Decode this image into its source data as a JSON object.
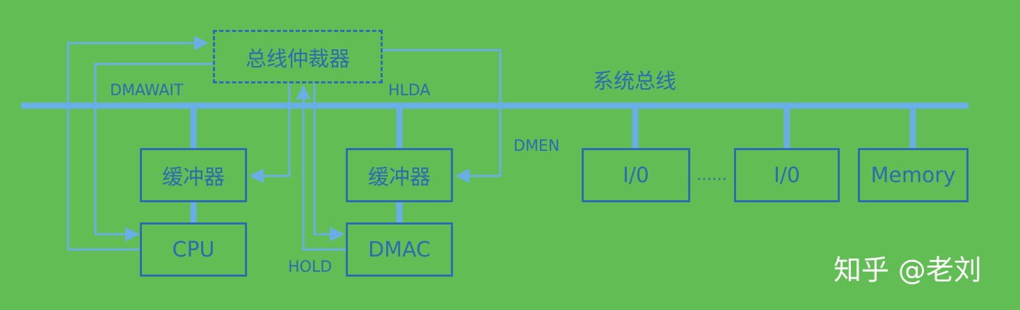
{
  "colors": {
    "background": "#62bd55",
    "bus": "#6aaee6",
    "box_border": "#2f6bb0",
    "text": "#2f6bb0",
    "watermark": "#ffffff"
  },
  "arbiter": {
    "label": "总线仲裁器"
  },
  "bus": {
    "label": "系统总线"
  },
  "signals": {
    "dmawait": "DMAWAIT",
    "hlda": "HLDA",
    "dmen": "DMEN",
    "hold": "HOLD"
  },
  "buffer_cpu": {
    "label": "缓冲器"
  },
  "buffer_dmac": {
    "label": "缓冲器"
  },
  "cpu": {
    "label": "CPU"
  },
  "dmac": {
    "label": "DMAC"
  },
  "io1": {
    "label": "I/0"
  },
  "io2": {
    "label": "I/0"
  },
  "memory": {
    "label": "Memory"
  },
  "ellipsis": "……",
  "watermark": "知乎 @老刘"
}
